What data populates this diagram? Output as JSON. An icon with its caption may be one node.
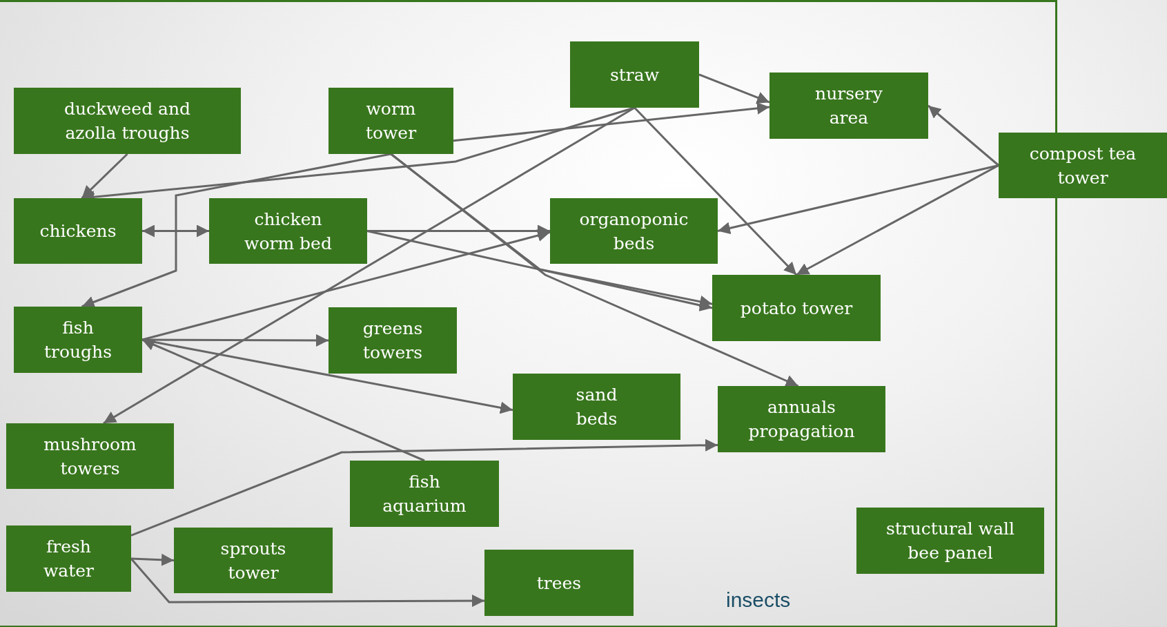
{
  "diagram": {
    "nodes": [
      {
        "text": [
          "duckweed and azolla troughs"
        ]
      },
      {
        "text": [
          "worm tower"
        ]
      },
      {
        "text": [
          "straw"
        ]
      },
      {
        "text": [
          "nursery area"
        ]
      },
      {
        "text": [
          "compost tea tower"
        ]
      },
      {
        "text": [
          "chickens"
        ]
      },
      {
        "text": [
          "chicken worm bed"
        ]
      },
      {
        "text": [
          "organoponic beds"
        ]
      },
      {
        "text": [
          "fish troughs"
        ]
      },
      {
        "text": [
          "greens towers"
        ]
      },
      {
        "text": [
          "potato tower"
        ]
      },
      {
        "text": [
          "sand beds"
        ]
      },
      {
        "text": [
          "annuals propagation"
        ]
      },
      {
        "text": [
          "mushroom towers"
        ]
      },
      {
        "text": [
          "fish aquarium"
        ]
      },
      {
        "text": [
          "fresh water"
        ]
      },
      {
        "text": [
          "sprouts tower"
        ]
      },
      {
        "text": [
          "trees"
        ]
      },
      {
        "text": [
          "structural wall bee panel"
        ]
      }
    ],
    "edges": [
      {
        "from": 0,
        "to": 5,
        "arrow": "to"
      },
      {
        "from": 2,
        "to": 5,
        "arrow": "to"
      },
      {
        "from": 1,
        "to": 3,
        "arrow": "to"
      },
      {
        "from": 2,
        "to": 3,
        "arrow": "to"
      },
      {
        "from": 2,
        "to": 10,
        "arrow": "to"
      },
      {
        "from": 2,
        "to": 13,
        "arrow": "to"
      },
      {
        "from": 1,
        "to": 8,
        "arrow": "to"
      },
      {
        "from": 1,
        "to": 10,
        "arrow": "to"
      },
      {
        "from": 1,
        "to": 12,
        "arrow": "to"
      },
      {
        "from": 5,
        "to": 6,
        "arrow": "both"
      },
      {
        "from": 6,
        "to": 7,
        "arrow": "to"
      },
      {
        "from": 6,
        "to": 10,
        "arrow": "to"
      },
      {
        "from": 8,
        "to": 7,
        "arrow": "to"
      },
      {
        "from": 4,
        "to": 3,
        "arrow": "to"
      },
      {
        "from": 4,
        "to": 7,
        "arrow": "to"
      },
      {
        "from": 4,
        "to": 10,
        "arrow": "to"
      },
      {
        "from": 8,
        "to": 9,
        "arrow": "to"
      },
      {
        "from": 8,
        "to": 11,
        "arrow": "to"
      },
      {
        "from": 14,
        "to": 8,
        "arrow": "to"
      },
      {
        "from": 15,
        "to": 16,
        "arrow": "to"
      },
      {
        "from": 15,
        "to": 17,
        "arrow": "to"
      },
      {
        "from": 15,
        "to": 12,
        "arrow": "to"
      }
    ],
    "labels": [
      "insects"
    ]
  }
}
